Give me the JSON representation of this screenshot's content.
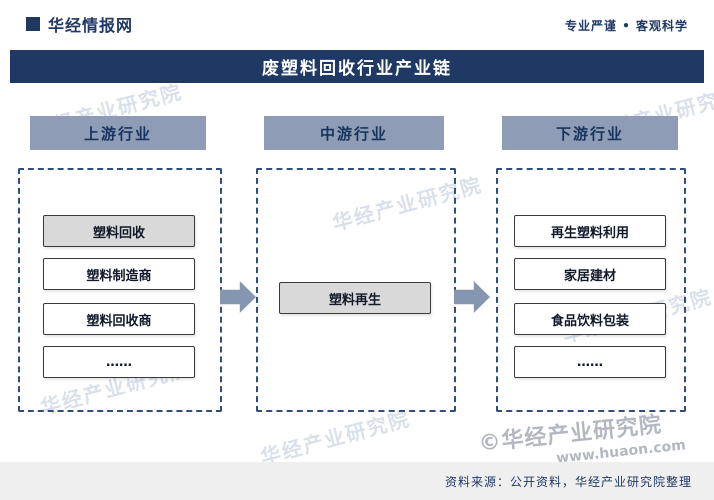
{
  "header": {
    "logo_text": "华经情报网",
    "tagline": "专业严谨 • 客观科学"
  },
  "title": "废塑料回收行业产业链",
  "columns": [
    {
      "header": "上游行业",
      "items": [
        {
          "label": "塑料回收"
        },
        {
          "label": "塑料制造商"
        },
        {
          "label": "塑料回收商"
        },
        {
          "label": "……"
        }
      ]
    },
    {
      "header": "中游行业",
      "items": [
        {
          "label": "塑料再生"
        }
      ]
    },
    {
      "header": "下游行业",
      "items": [
        {
          "label": "再生塑料利用"
        },
        {
          "label": "家居建材"
        },
        {
          "label": "食品饮料包装"
        },
        {
          "label": "……"
        }
      ]
    }
  ],
  "watermark": {
    "diagonal": "华经产业研究院",
    "copyright": "©华经产业研究院",
    "website": "www.huaon.com"
  },
  "footer": {
    "source": "资料来源：公开资料，华经产业研究院整理"
  },
  "colors": {
    "navy": "#203864",
    "column_header": "#8e9cb6",
    "arrow": "#8496b0",
    "highlight_fill": "#d9d9d9",
    "footer_bg": "#efefef"
  }
}
